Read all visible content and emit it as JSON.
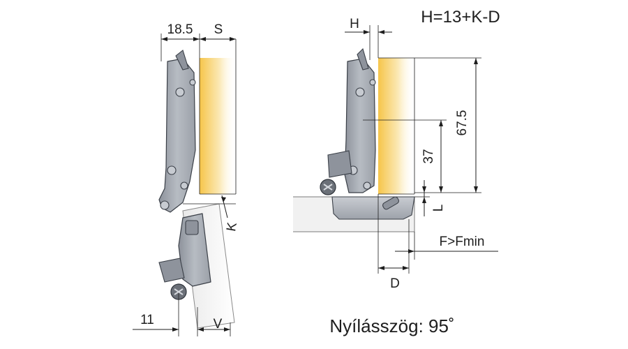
{
  "formula": "H=13+K-D",
  "opening_angle": "Nyílásszög: 95˚",
  "dimensions": {
    "side_thickness": "18.5",
    "s": "S",
    "k": "K",
    "eleven": "11",
    "v": "V",
    "h": "H",
    "d": "D",
    "l": "L",
    "fmin": "F>Fmin",
    "thirty_seven": "37",
    "sixty_seven_five": "67.5"
  },
  "colors": {
    "panel_glow": "#f6c54a",
    "steel": "#a9aeb6",
    "line": "#1e1e1e"
  }
}
